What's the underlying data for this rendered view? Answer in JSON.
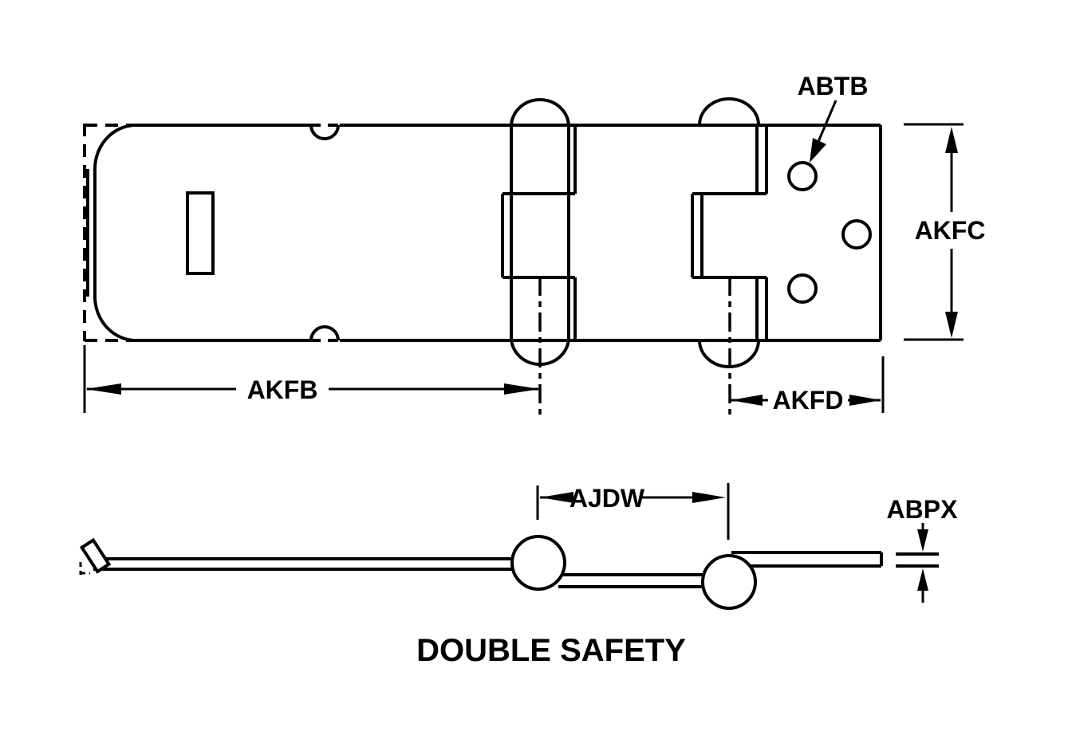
{
  "title": "DOUBLE SAFETY",
  "labels": {
    "hole_callout": "ABTB",
    "height_dim": "AKFC",
    "length_dim": "AKFB",
    "end_length_dim": "AKFD",
    "hinge_span_dim": "AJDW",
    "thickness_dim": "ABPX"
  },
  "colors": {
    "line": "#000000",
    "background": "#ffffff"
  }
}
